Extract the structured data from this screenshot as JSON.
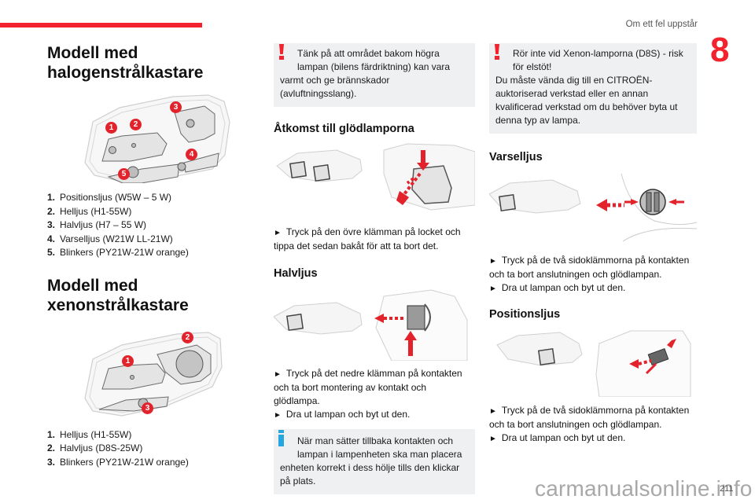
{
  "header": {
    "running_head": "Om ett fel uppstår",
    "chapter_number": "8",
    "accent_color": "#f2232d"
  },
  "col1": {
    "halogen": {
      "title_line1": "Modell med",
      "title_line2": "halogenstrålkastare",
      "badges": [
        "1",
        "2",
        "3",
        "4",
        "5"
      ],
      "items": [
        {
          "n": "1.",
          "text": "Positionsljus (W5W – 5 W)"
        },
        {
          "n": "2.",
          "text": "Helljus (H1-55W)"
        },
        {
          "n": "3.",
          "text": "Halvljus (H7 – 55 W)"
        },
        {
          "n": "4.",
          "text": "Varselljus (W21W LL-21W)"
        },
        {
          "n": "5.",
          "text": "Blinkers (PY21W-21W orange)"
        }
      ]
    },
    "xenon": {
      "title_line1": "Modell med",
      "title_line2": "xenonstrålkastare",
      "badges": [
        "1",
        "2",
        "3"
      ],
      "items": [
        {
          "n": "1.",
          "text": "Helljus (H1-55W)"
        },
        {
          "n": "2.",
          "text": "Halvljus (D8S-25W)"
        },
        {
          "n": "3.",
          "text": "Blinkers (PY21W-21W orange)"
        }
      ]
    }
  },
  "col2": {
    "warning": {
      "line1": "Tänk på att området bakom högra",
      "line2": "lampan (bilens färdriktning) kan vara",
      "line3": "varmt och ge brännskador (avluftningsslang)."
    },
    "access": {
      "title": "Åtkomst till glödlamporna",
      "step1": "Tryck på den övre klämman på locket och tippa det sedan bakåt för att ta bort det."
    },
    "low_beam": {
      "title": "Halvljus",
      "step1": "Tryck på det nedre klämman på kontakten och ta bort montering av kontakt och glödlampa.",
      "step2": "Dra ut lampan och byt ut den."
    },
    "info": {
      "line1": "När man sätter tillbaka kontakten och",
      "line2": "lampan i lampenheten ska man placera",
      "line3": "enheten korrekt i dess hölje tills den klickar på plats."
    }
  },
  "col3": {
    "warning": {
      "line1": "Rör inte vid Xenon-lamporna (D8S) - risk",
      "line2": "för elstöt!",
      "line3": "Du måste vända dig till en CITROËN-auktoriserad verkstad eller en annan kvalificerad verkstad om du behöver byta ut denna typ av lampa."
    },
    "drl": {
      "title": "Varselljus",
      "step1": "Tryck på de två sidoklämmorna på kontakten och ta bort anslutningen och glödlampan.",
      "step2": "Dra ut lampan och byt ut den."
    },
    "position": {
      "title": "Positionsljus",
      "step1": "Tryck på de två sidoklämmorna på kontakten och ta bort anslutningen och glödlampan.",
      "step2": "Dra ut lampan och byt ut den."
    }
  },
  "footer": {
    "page_number": "211",
    "watermark": "carmanualsonline.info"
  },
  "glyphs": {
    "step_marker": "►"
  }
}
